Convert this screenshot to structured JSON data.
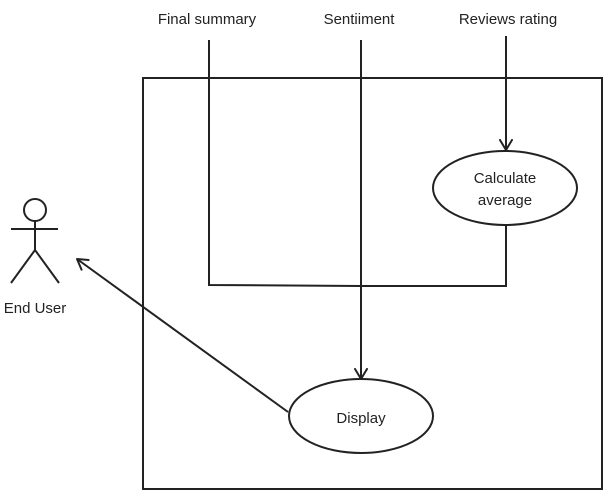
{
  "inputs": {
    "final_summary": "Final summary",
    "sentiment": "Sentiiment",
    "reviews_rating": "Reviews rating"
  },
  "use_cases": {
    "calculate_average_line1": "Calculate",
    "calculate_average_line2": "average",
    "display": "Display"
  },
  "actor": {
    "label": "End User"
  },
  "colors": {
    "stroke": "#222222",
    "background": "#ffffff"
  }
}
